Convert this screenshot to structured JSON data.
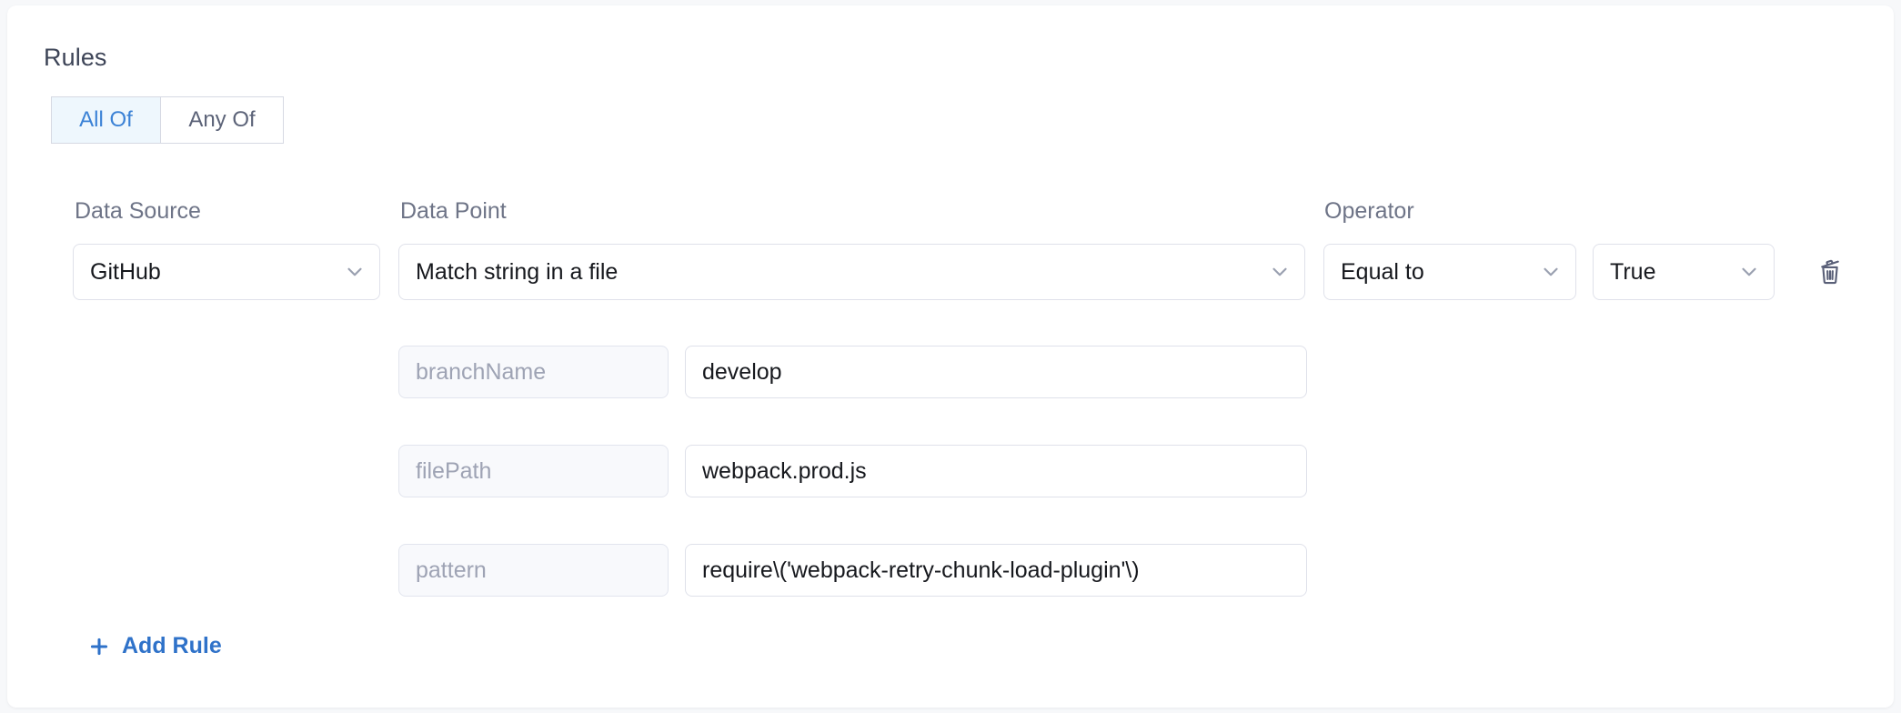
{
  "section": {
    "title": "Rules"
  },
  "match_mode": {
    "options": [
      {
        "label": "All Of",
        "selected": true
      },
      {
        "label": "Any Of",
        "selected": false
      }
    ]
  },
  "columns": {
    "data_source_label": "Data Source",
    "data_point_label": "Data Point",
    "operator_label": "Operator"
  },
  "rule": {
    "data_source": "GitHub",
    "data_point": "Match string in a file",
    "operator": "Equal to",
    "operator_value": "True",
    "delete_icon": "trash-icon",
    "parameters": [
      {
        "key": "branchName",
        "value": "develop"
      },
      {
        "key": "filePath",
        "value": "webpack.prod.js"
      },
      {
        "key": "pattern",
        "value": "require\\('webpack-retry-chunk-load-plugin'\\)"
      }
    ]
  },
  "actions": {
    "add_rule_label": "Add Rule",
    "add_rule_icon": "plus-icon"
  },
  "colors": {
    "accent": "#3b82d6",
    "accent_strong": "#2f72c9",
    "selected_bg": "#eef7fd",
    "text": "#16181d",
    "muted_text": "#6e7487",
    "placeholder_text": "#9ea3b4",
    "border": "#dfe1ea",
    "page_bg": "#f7f8fa",
    "card_bg": "#ffffff"
  }
}
